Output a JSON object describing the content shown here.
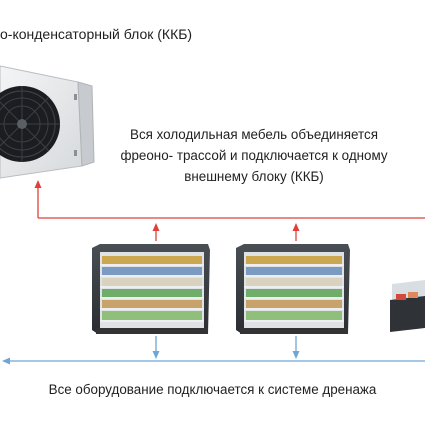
{
  "unit_label": "о-конденсаторный блок (ККБ)",
  "description": {
    "line1": "Вся холодильная мебель объединяется",
    "line2": "фреоно- трассой и подключается к одному",
    "line3": "внешнему блоку (ККБ)"
  },
  "footer": "Все оборудование подключается к системе дренажа",
  "colors": {
    "refrigerant_line": "#e0403a",
    "drain_line": "#6fa6d6"
  }
}
